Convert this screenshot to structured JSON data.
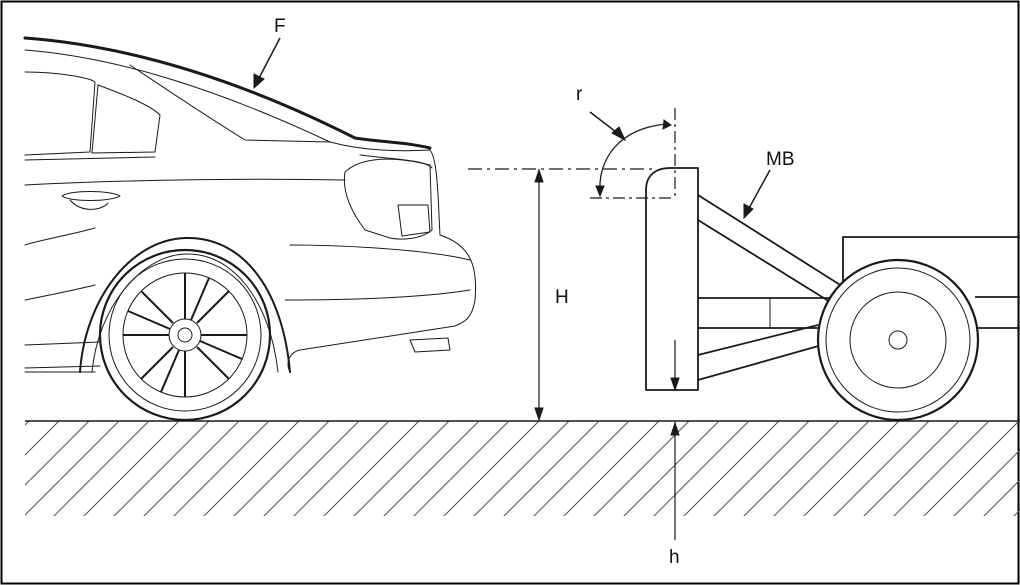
{
  "labels": {
    "vehicle": "F",
    "barrier": "MB",
    "radius": "r",
    "height": "H",
    "ground_clearance": "h"
  },
  "colors": {
    "stroke": "#1a1a1a",
    "background": "#ffffff",
    "border": "#000000"
  }
}
